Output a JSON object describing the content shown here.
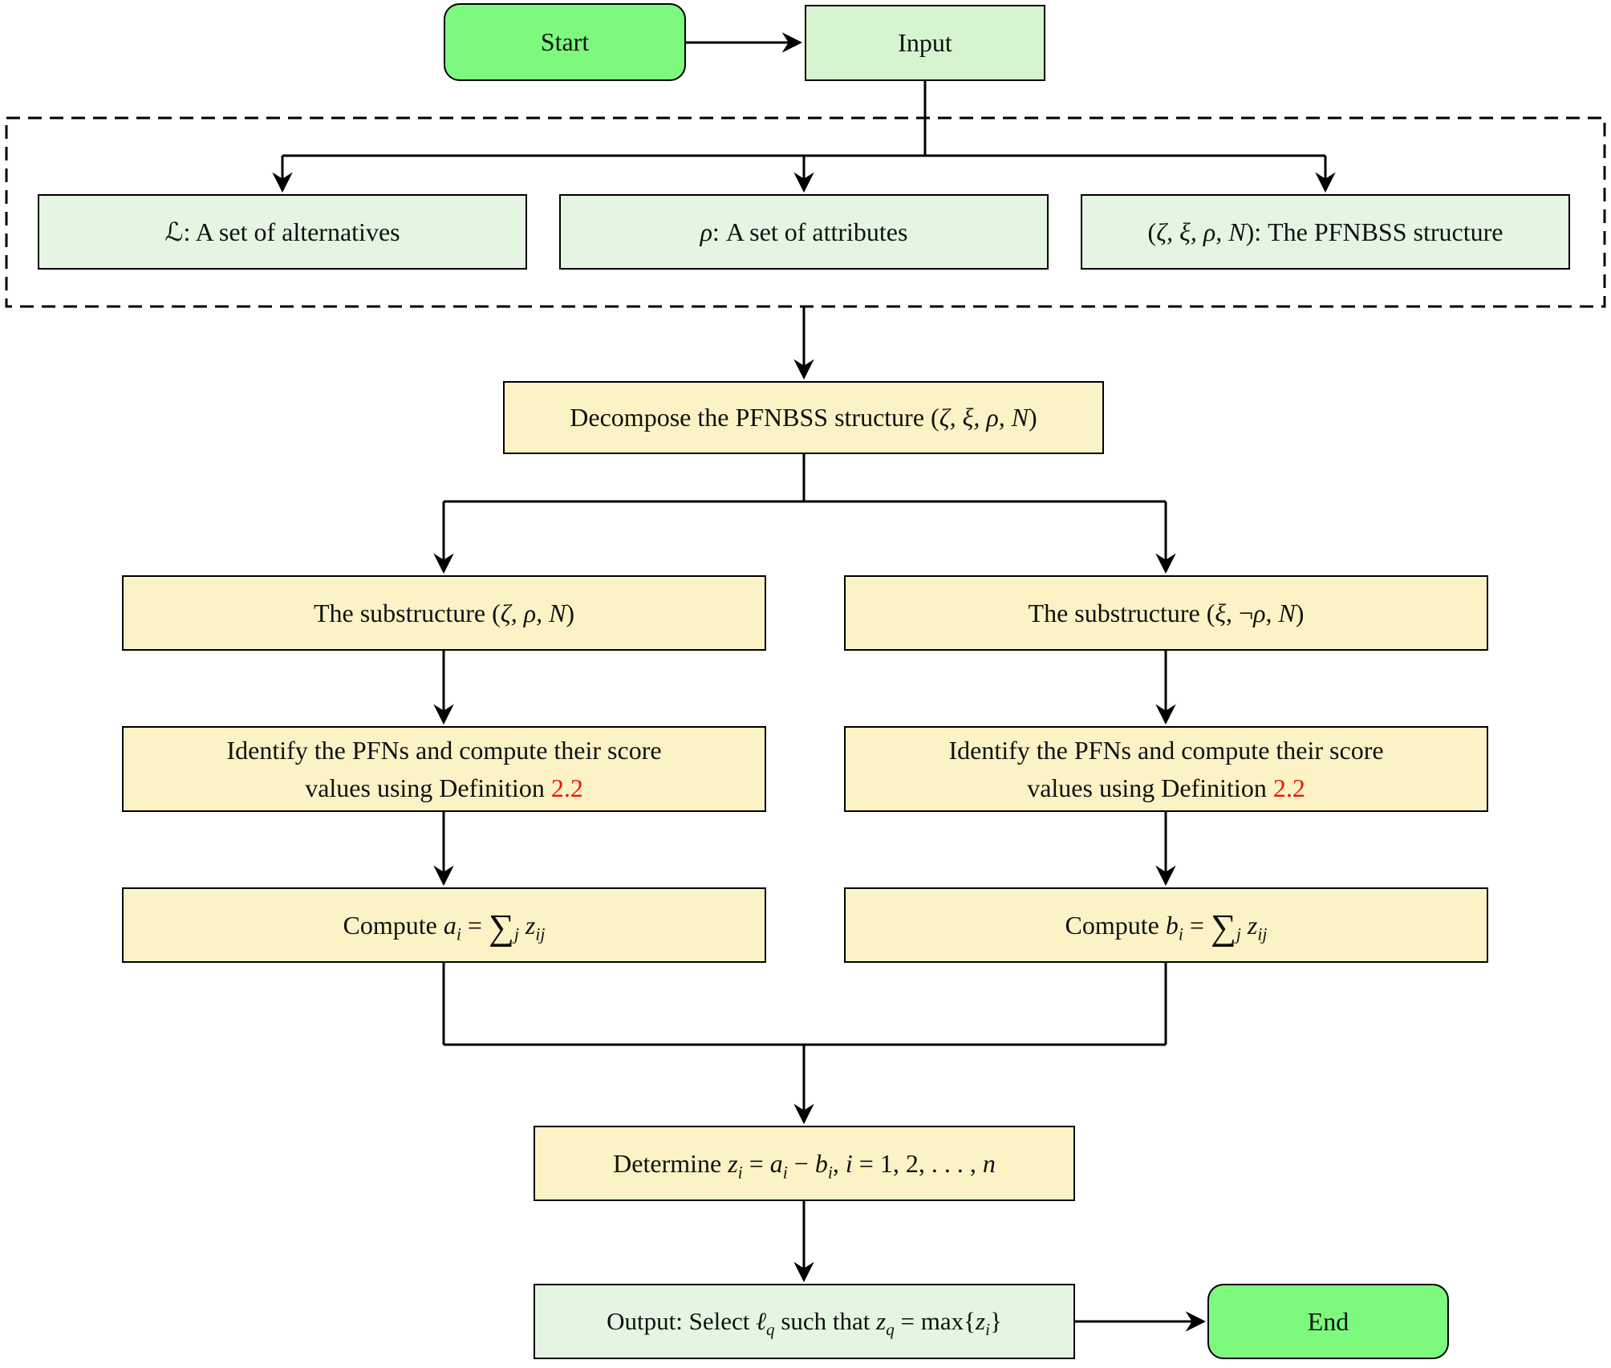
{
  "palette": {
    "start_end": "#7dfa7d",
    "input": "#d5f4cf",
    "pale": "#e4f6e2",
    "yellow": "#fbf3c5",
    "red": "#f4130a",
    "line": "#000000"
  },
  "nodes": {
    "start": {
      "label": [
        {
          "k": "p",
          "t": "Start"
        }
      ]
    },
    "input": {
      "label": [
        {
          "k": "p",
          "t": "Input"
        }
      ]
    },
    "alternatives": {
      "label": [
        {
          "k": "v",
          "t": "ℒ"
        },
        {
          "k": "p",
          "t": ": A set of alternatives"
        }
      ]
    },
    "attributes": {
      "label": [
        {
          "k": "v",
          "t": "ρ"
        },
        {
          "k": "p",
          "t": ": A set of attributes"
        }
      ]
    },
    "structure": {
      "label": [
        {
          "k": "p",
          "t": "("
        },
        {
          "k": "v",
          "t": "ζ, ξ, ρ, N"
        },
        {
          "k": "p",
          "t": "): The PFNBSS structure"
        }
      ]
    },
    "decompose": {
      "label": [
        {
          "k": "p",
          "t": "Decompose the PFNBSS structure ("
        },
        {
          "k": "v",
          "t": "ζ, ξ, ρ, N"
        },
        {
          "k": "p",
          "t": ")"
        }
      ]
    },
    "substructure_left": {
      "label": [
        {
          "k": "p",
          "t": "The substructure ("
        },
        {
          "k": "v",
          "t": "ζ, ρ, N"
        },
        {
          "k": "p",
          "t": ")"
        }
      ]
    },
    "substructure_right": {
      "label": [
        {
          "k": "p",
          "t": "The substructure ("
        },
        {
          "k": "v",
          "t": "ξ"
        },
        {
          "k": "p",
          "t": ", ¬"
        },
        {
          "k": "v",
          "t": "ρ"
        },
        {
          "k": "p",
          "t": ", "
        },
        {
          "k": "v",
          "t": "N"
        },
        {
          "k": "p",
          "t": ")"
        }
      ]
    },
    "identify_left": {
      "label": [
        {
          "k": "p",
          "t": "Identify the PFNs and compute their score"
        },
        {
          "k": "br",
          "t": ""
        },
        {
          "k": "p",
          "t": "values using Definition "
        },
        {
          "k": "r",
          "t": "2.2"
        }
      ]
    },
    "identify_right": {
      "label": [
        {
          "k": "p",
          "t": "Identify the PFNs and compute their score"
        },
        {
          "k": "br",
          "t": ""
        },
        {
          "k": "p",
          "t": "values using Definition "
        },
        {
          "k": "r",
          "t": "2.2"
        }
      ]
    },
    "compute_a": {
      "label": [
        {
          "k": "p",
          "t": "Compute "
        },
        {
          "k": "v",
          "t": "a"
        },
        {
          "k": "s",
          "t": "i"
        },
        {
          "k": "p",
          "t": " = "
        },
        {
          "k": "sum",
          "t": "∑"
        },
        {
          "k": "s",
          "t": "j"
        },
        {
          "k": "p",
          "t": " "
        },
        {
          "k": "v",
          "t": "z"
        },
        {
          "k": "s",
          "t": "ij"
        }
      ]
    },
    "compute_b": {
      "label": [
        {
          "k": "p",
          "t": "Compute "
        },
        {
          "k": "v",
          "t": "b"
        },
        {
          "k": "s",
          "t": "i"
        },
        {
          "k": "p",
          "t": " = "
        },
        {
          "k": "sum",
          "t": "∑"
        },
        {
          "k": "s",
          "t": "j"
        },
        {
          "k": "p",
          "t": " "
        },
        {
          "k": "v",
          "t": "z"
        },
        {
          "k": "s",
          "t": "ij"
        }
      ]
    },
    "determine": {
      "label": [
        {
          "k": "p",
          "t": "Determine "
        },
        {
          "k": "v",
          "t": "z"
        },
        {
          "k": "s",
          "t": "i"
        },
        {
          "k": "p",
          "t": " = "
        },
        {
          "k": "v",
          "t": "a"
        },
        {
          "k": "s",
          "t": "i"
        },
        {
          "k": "p",
          "t": " − "
        },
        {
          "k": "v",
          "t": "b"
        },
        {
          "k": "s",
          "t": "i"
        },
        {
          "k": "p",
          "t": ", "
        },
        {
          "k": "v",
          "t": "i"
        },
        {
          "k": "p",
          "t": " = 1, 2, . . . , "
        },
        {
          "k": "v",
          "t": "n"
        }
      ]
    },
    "output": {
      "label": [
        {
          "k": "p",
          "t": "Output: Select "
        },
        {
          "k": "v",
          "t": "ℓ"
        },
        {
          "k": "s",
          "t": "q"
        },
        {
          "k": "p",
          "t": " such that "
        },
        {
          "k": "v",
          "t": "z"
        },
        {
          "k": "s",
          "t": "q"
        },
        {
          "k": "p",
          "t": " = max{"
        },
        {
          "k": "v",
          "t": "z"
        },
        {
          "k": "s",
          "t": "i"
        },
        {
          "k": "p",
          "t": "}"
        }
      ]
    },
    "end": {
      "label": [
        {
          "k": "p",
          "t": "End"
        }
      ]
    }
  }
}
